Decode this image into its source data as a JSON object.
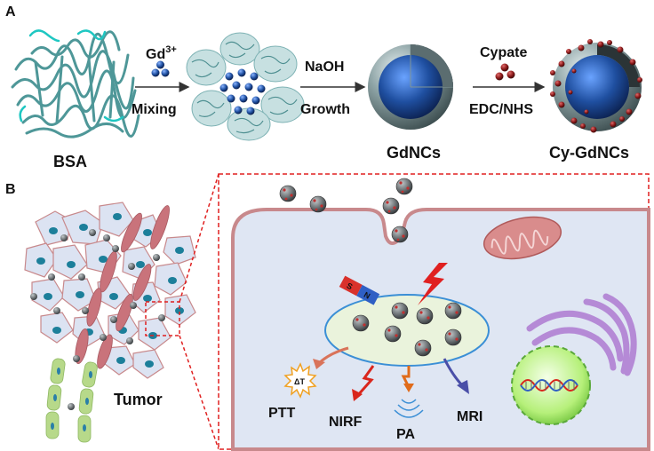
{
  "panel_a": {
    "label": "A",
    "bsa_label": "BSA",
    "step1_top": "Gd",
    "step1_top_sup": "3+",
    "step1_bottom": "Mixing",
    "step2_top": "NaOH",
    "step2_bottom": "Growth",
    "gdncs_label": "GdNCs",
    "step3_top": "Cypate",
    "step3_bottom": "EDC/NHS",
    "cy_gdncs_label": "Cy-GdNCs"
  },
  "panel_b": {
    "label": "B",
    "tumor_label": "Tumor",
    "magnet_s": "S",
    "magnet_n": "N",
    "delta_t": "ΔT",
    "outputs": [
      "PTT",
      "NIRF",
      "PA",
      "MRI"
    ]
  },
  "colors": {
    "core_blue": "#1f4fa0",
    "shell_gray": "#6f8588",
    "protein_teal": "#5aa7a8",
    "cell_blue": "#dce3f2",
    "cell_border": "#c8898c",
    "nucleus": "#1c7f9a",
    "elongated_cell": "#c9737b",
    "dashed_red": "#e02020",
    "cypate_red": "#8b1a1a",
    "arrow_ptt": "#d9735a",
    "arrow_nirf": "#d9261c",
    "arrow_pa": "#e06b1a",
    "arrow_mri": "#4a4fa8",
    "cell_interior": "#dfe6f3",
    "nucleus_green": "#b6f07a",
    "er_purple": "#b58ad6"
  }
}
